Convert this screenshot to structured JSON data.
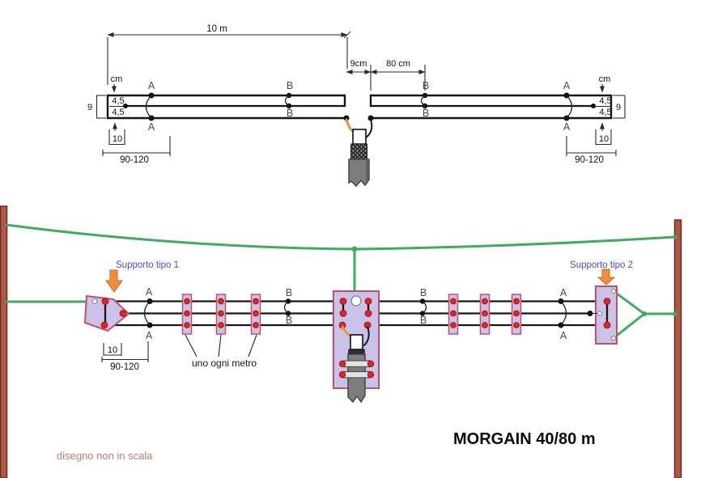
{
  "colors": {
    "green": "#3cae5e",
    "plate": "#c9c3e9",
    "plate_border": "#c34f68",
    "dot_red": "#e32222",
    "dot_edge": "#971313",
    "post": "#a85a49",
    "post_border": "#7d241a",
    "arrow_orange": "#ef8f3b",
    "arrow_border": "#c96a1d",
    "label_blue": "#4a48d4",
    "note": "#bf7c6d",
    "coax_orange": "#eb9440",
    "wire": "#161616",
    "dim": "#2a2a2a",
    "label_gray": "#4a4a4a",
    "cable_gray": "#7d7d7d"
  },
  "top": {
    "dim_total": "10 m",
    "dim_gap": "9cm",
    "dim_b": "80 cm",
    "unit": "cm",
    "half_width_top": "4,5",
    "half_width_bottom": "4,5",
    "height": "9",
    "dim_stub": "10",
    "dim_end": "90-120",
    "label_a": "A",
    "label_b": "B"
  },
  "bottom": {
    "support1": "Supporto tipo 1",
    "support2": "Supporto tipo 2",
    "spacer_note": "uno ogni metro",
    "dim_stub": "10",
    "dim_end": "90-120",
    "label_a": "A",
    "label_b": "B",
    "title": "MORGAIN 40/80 m",
    "note": "disegno non in scala"
  }
}
